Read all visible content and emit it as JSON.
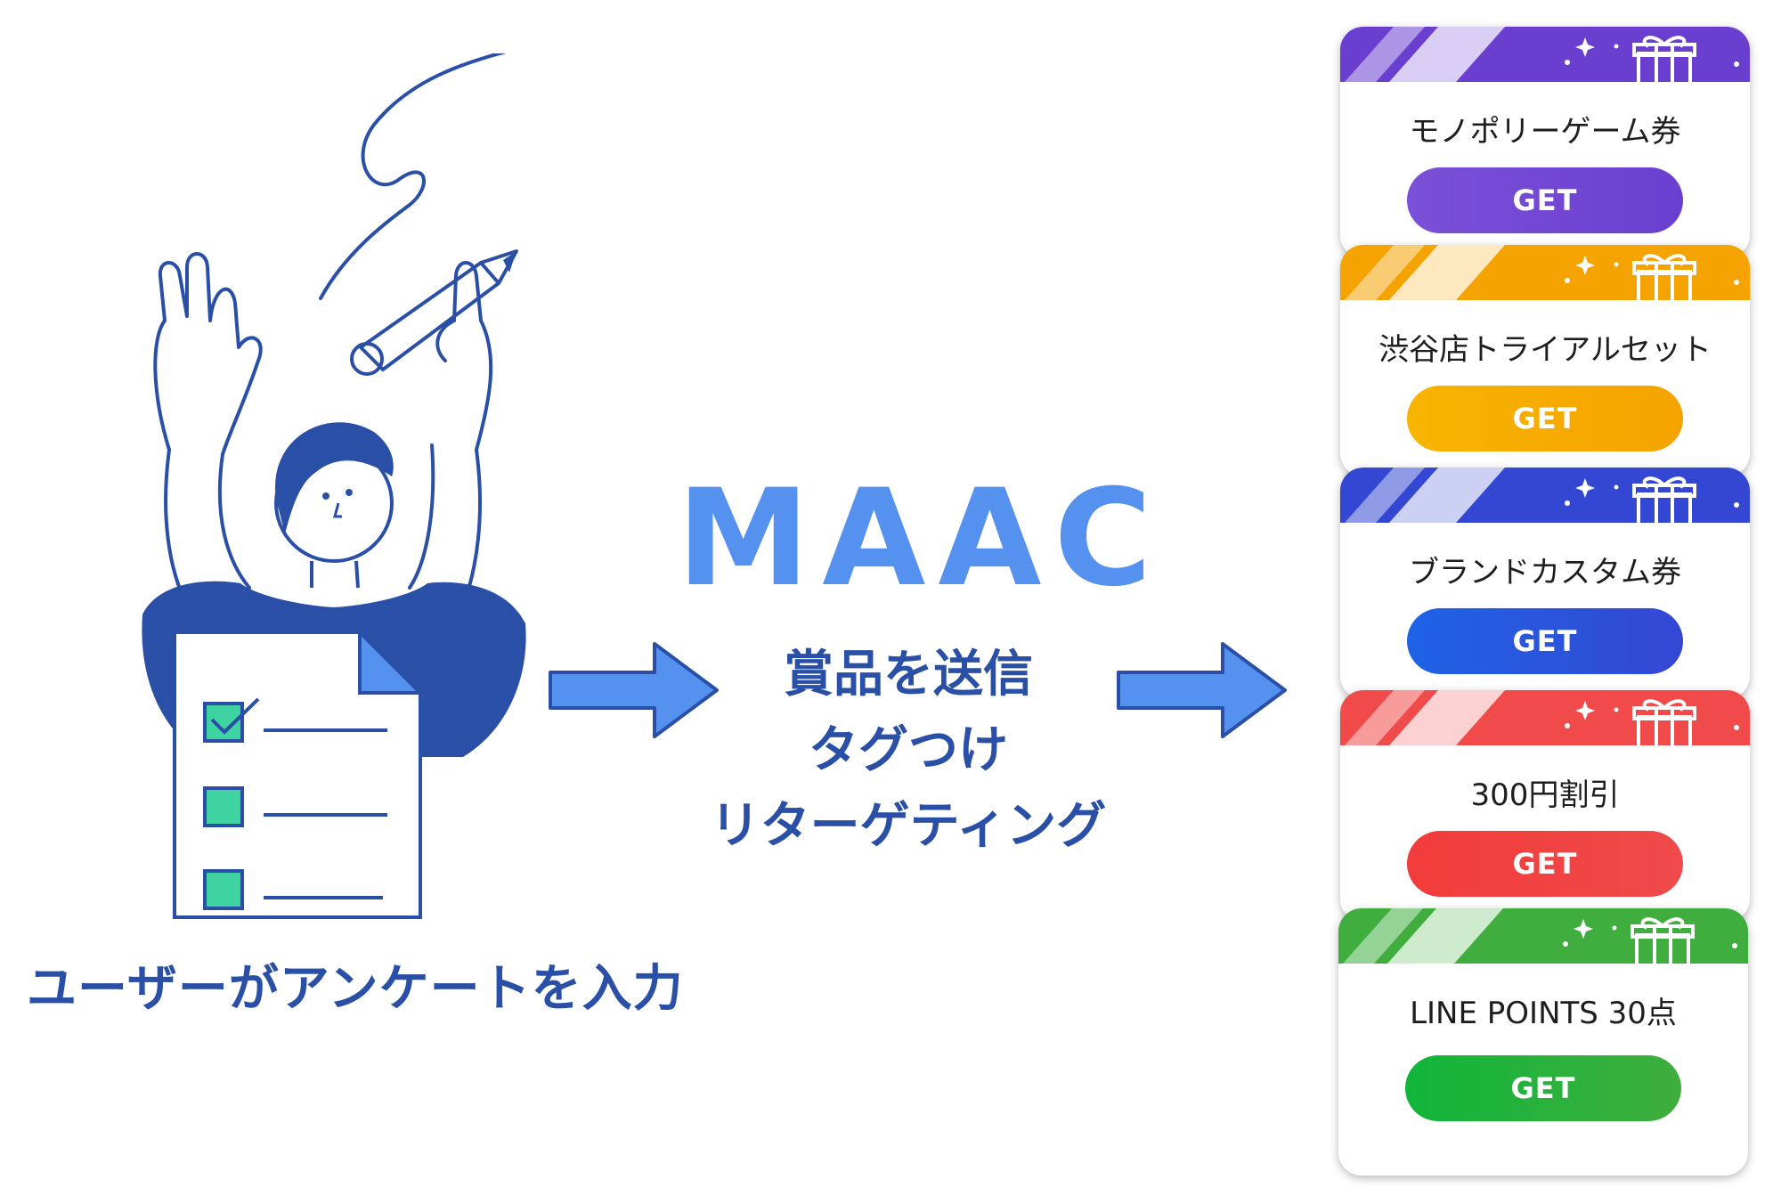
{
  "caption": "ユーザーがアンケートを入力",
  "maac": {
    "title": "MAAC",
    "features": [
      "賞品を送信",
      "タグつけ",
      "リターゲティング"
    ]
  },
  "coupons": [
    {
      "title": "モノポリーゲーム券",
      "button": "GET",
      "color": "#7b50d8",
      "band_color": "#6a3fcf"
    },
    {
      "title": "渋谷店トライアルセット",
      "button": "GET",
      "color": "#f7b400",
      "band_color": "#f5a300"
    },
    {
      "title": "ブランドカスタム券",
      "button": "GET",
      "color": "#1f63e6",
      "band_color": "#3447d3"
    },
    {
      "title": "300円割引",
      "button": "GET",
      "color": "#f23b3b",
      "band_color": "#f04a4a"
    },
    {
      "title": "LINE POINTS 30点",
      "button": "GET",
      "color": "#11b53a",
      "band_color": "#3fae3e"
    }
  ],
  "colors": {
    "accent_blue": "#5591ee",
    "text_blue": "#2a4fa6",
    "illustration_blue": "#2a4fa6",
    "check_green": "#3fd3a1"
  },
  "icons": [
    "person-with-pencil-illustration",
    "survey-form-icon",
    "arrow-right-icon",
    "gift-icon"
  ]
}
